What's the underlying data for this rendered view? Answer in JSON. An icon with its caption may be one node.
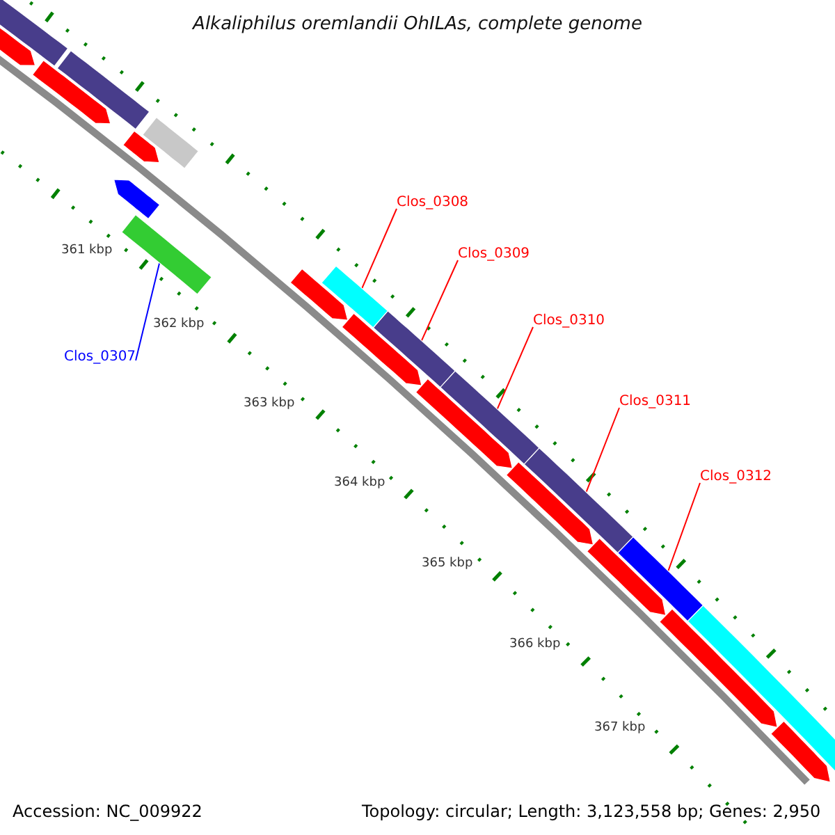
{
  "diagram": {
    "title": "Alkaliphilus oremlandii OhILAs, complete genome",
    "nodes": [
      {
        "text": [
          "Clos_0307"
        ]
      },
      {
        "text": [],
        "shape": "bar"
      },
      {
        "text": [
          "Clos_0308"
        ]
      },
      {
        "text": [],
        "shape": "bar"
      },
      {
        "text": [
          "Clos_0309"
        ]
      },
      {
        "text": [],
        "shape": "bar"
      },
      {
        "text": [
          "Clos_0310"
        ]
      },
      {
        "text": [],
        "shape": "bar"
      },
      {
        "text": [
          "Clos_0311"
        ]
      },
      {
        "text": [],
        "shape": "bar"
      },
      {
        "text": [
          "Clos_0312"
        ]
      },
      {
        "text": [],
        "shape": "bar"
      },
      {
        "text": [],
        "shape": "bar"
      },
      {
        "text": [],
        "shape": "bar"
      },
      {
        "text": [],
        "shape": "bar"
      },
      {
        "text": [],
        "shape": "arrow"
      },
      {
        "text": [],
        "shape": "arrow"
      },
      {
        "text": [],
        "shape": "arrow"
      },
      {
        "text": [],
        "shape": "arrow"
      },
      {
        "text": [],
        "shape": "arrow"
      },
      {
        "text": [],
        "shape": "arrow"
      },
      {
        "text": [],
        "shape": "arrow"
      },
      {
        "text": [],
        "shape": "arrow"
      },
      {
        "text": [],
        "shape": "arrow"
      },
      {
        "text": [],
        "shape": "arrow"
      },
      {
        "text": [],
        "shape": "arrow"
      },
      {
        "text": [],
        "shape": "bar"
      }
    ],
    "edges": [
      {
        "from": 0,
        "to": 1,
        "arrow": "none",
        "color": "#0000ff"
      },
      {
        "from": 2,
        "to": 3,
        "arrow": "none"
      },
      {
        "from": 4,
        "to": 5,
        "arrow": "none"
      },
      {
        "from": 6,
        "to": 7,
        "arrow": "none"
      },
      {
        "from": 8,
        "to": 9,
        "arrow": "none"
      },
      {
        "from": 10,
        "to": 11,
        "arrow": "none"
      }
    ],
    "labels": [
      "361 kbp",
      "362 kbp",
      "363 kbp",
      "364 kbp",
      "365 kbp",
      "366 kbp",
      "367 kbp",
      "Accession: NC_009922",
      "Topology: circular; Length: 3,123,558 bp; Genes: 2,950"
    ]
  }
}
